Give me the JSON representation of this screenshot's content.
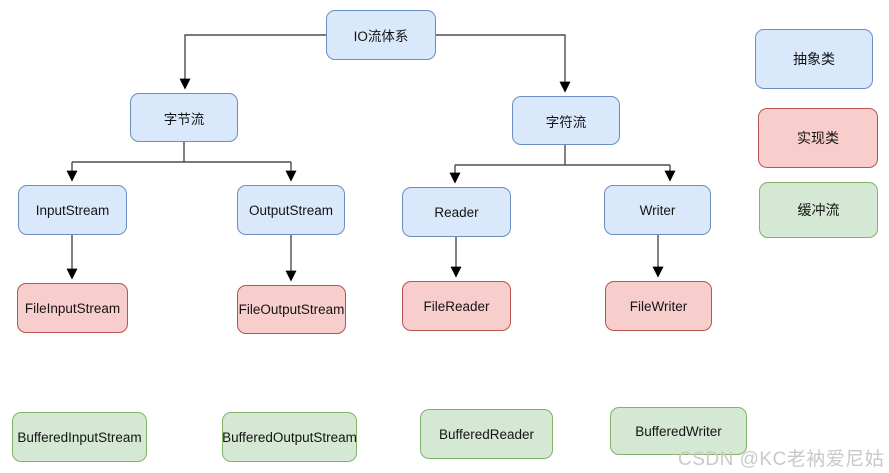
{
  "diagram_title": "IO流体系",
  "nodes": {
    "root": {
      "label": "IO流体系",
      "type": "abstract"
    },
    "byte_stream": {
      "label": "字节流",
      "type": "abstract"
    },
    "char_stream": {
      "label": "字符流",
      "type": "abstract"
    },
    "input_stream": {
      "label": "InputStream",
      "type": "abstract"
    },
    "output_stream": {
      "label": "OutputStream",
      "type": "abstract"
    },
    "reader": {
      "label": "Reader",
      "type": "abstract"
    },
    "writer": {
      "label": "Writer",
      "type": "abstract"
    },
    "file_input_stream": {
      "label": "FileInputStream",
      "type": "implementation"
    },
    "file_output_stream": {
      "label": "FileOutputStream",
      "type": "implementation"
    },
    "file_reader": {
      "label": "FileReader",
      "type": "implementation"
    },
    "file_writer": {
      "label": "FileWriter",
      "type": "implementation"
    },
    "buffered_input_stream": {
      "label": "BufferedInputStream",
      "type": "buffered"
    },
    "buffered_output_stream": {
      "label": "BufferedOutputStream",
      "type": "buffered"
    },
    "buffered_reader": {
      "label": "BufferedReader",
      "type": "buffered"
    },
    "buffered_writer": {
      "label": "BufferedWriter",
      "type": "buffered"
    }
  },
  "edges": [
    {
      "from": "root",
      "to": "byte_stream"
    },
    {
      "from": "root",
      "to": "char_stream"
    },
    {
      "from": "byte_stream",
      "to": "input_stream"
    },
    {
      "from": "byte_stream",
      "to": "output_stream"
    },
    {
      "from": "char_stream",
      "to": "reader"
    },
    {
      "from": "char_stream",
      "to": "writer"
    },
    {
      "from": "input_stream",
      "to": "file_input_stream"
    },
    {
      "from": "output_stream",
      "to": "file_output_stream"
    },
    {
      "from": "reader",
      "to": "file_reader"
    },
    {
      "from": "writer",
      "to": "file_writer"
    }
  ],
  "legend": {
    "abstract": {
      "label": "抽象类",
      "fill": "#dae8fc",
      "stroke": "#6c8ebf"
    },
    "implementation": {
      "label": "实现类",
      "fill": "#f8cecc",
      "stroke": "#b85450"
    },
    "buffered": {
      "label": "缓冲流",
      "fill": "#d5e8d4",
      "stroke": "#82b366"
    }
  },
  "watermark": "CSDN @KC老衲爱尼姑"
}
